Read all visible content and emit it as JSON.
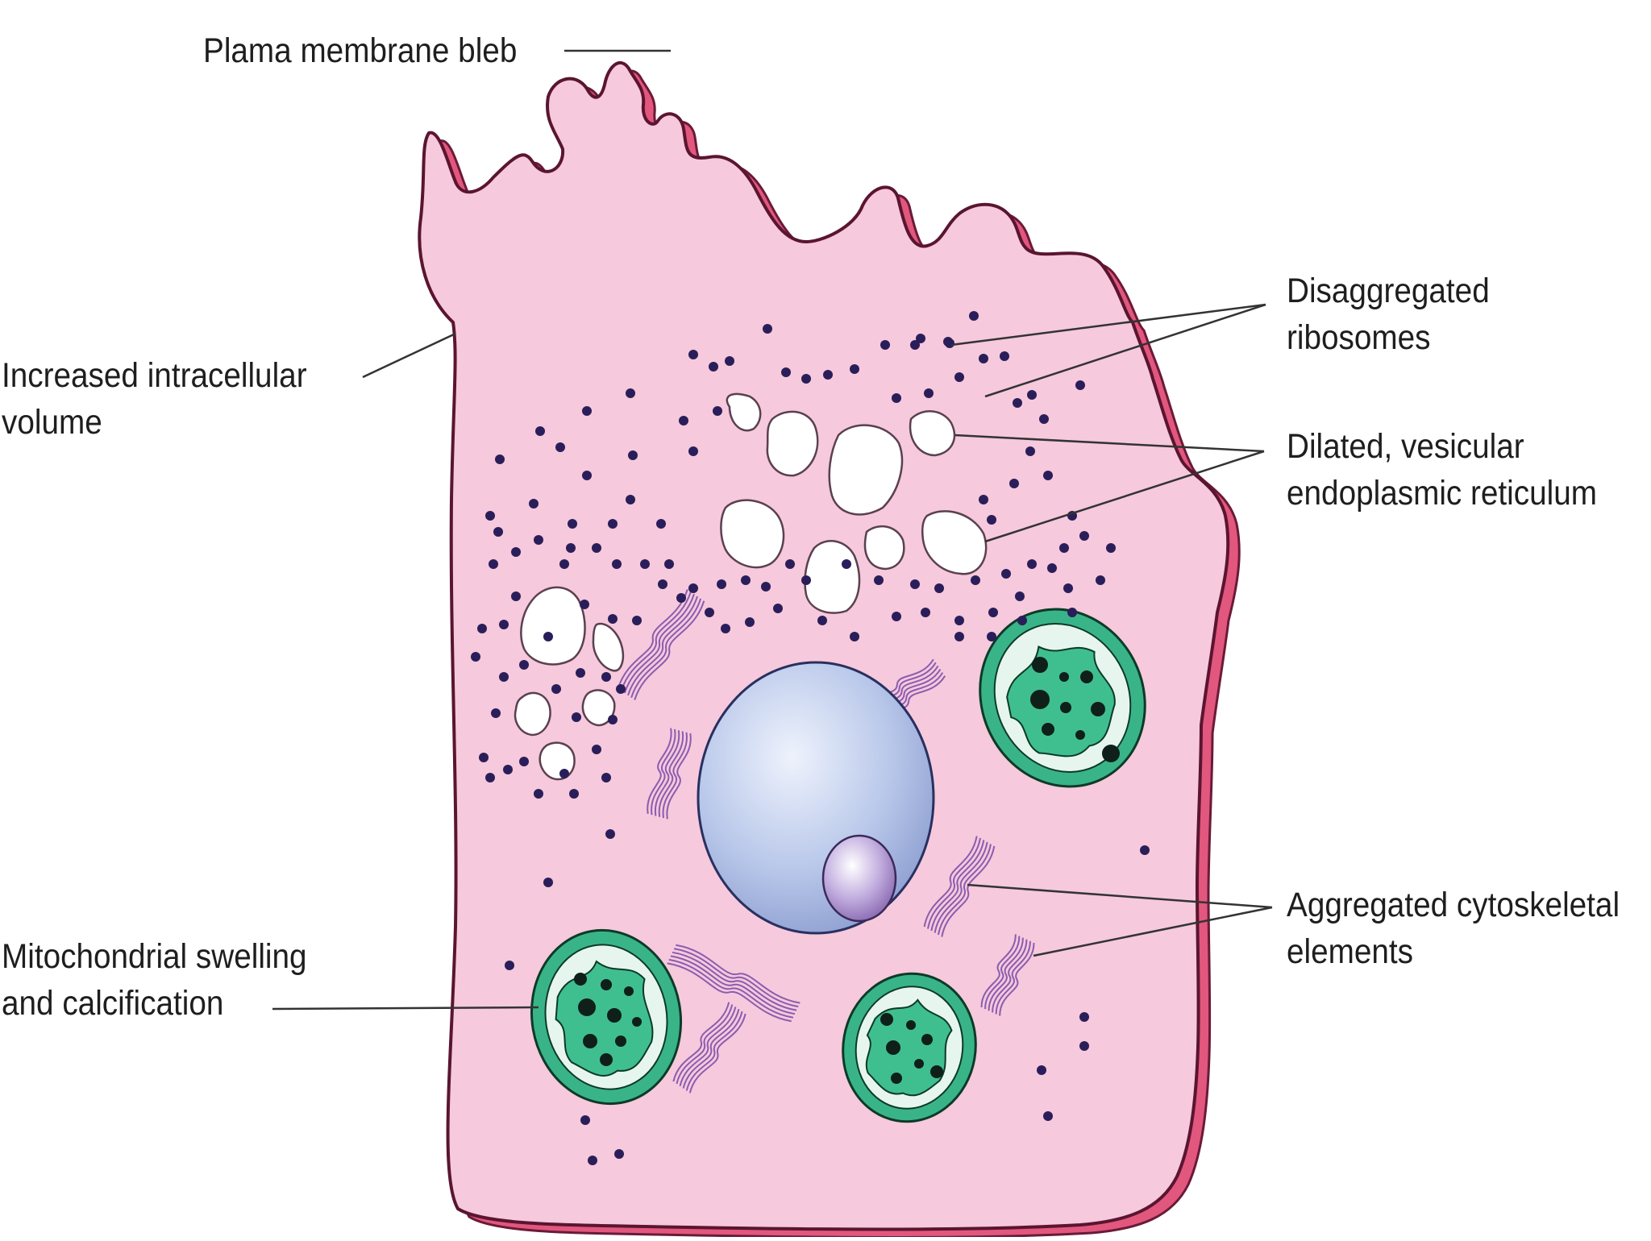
{
  "diagram": {
    "labels": {
      "bleb": {
        "lines": [
          "Plama membrane bleb"
        ]
      },
      "volume": {
        "lines": [
          "Increased intracellular",
          "volume"
        ]
      },
      "mito": {
        "lines": [
          "Mitochondrial swelling",
          "and calcification"
        ]
      },
      "ribosomes": {
        "lines": [
          "Disaggregated",
          "ribosomes"
        ]
      },
      "er": {
        "lines": [
          "Dilated, vesicular",
          "endoplasmic reticulum"
        ]
      },
      "cyto": {
        "lines": [
          "Aggregated cytoskeletal",
          "elements"
        ]
      }
    },
    "colors": {
      "cytoplasm": "#f6c9dc",
      "membrane_outline": "#5a1530",
      "membrane_shadow": "#e2577e",
      "ribosome": "#2a1e5a",
      "nucleus": "#b4c3e6",
      "nucleolus": "#a58cc8",
      "mitochondria": "#35b08a",
      "cytoskeleton": "#8a5cb0",
      "leader_line": "#333333"
    }
  }
}
